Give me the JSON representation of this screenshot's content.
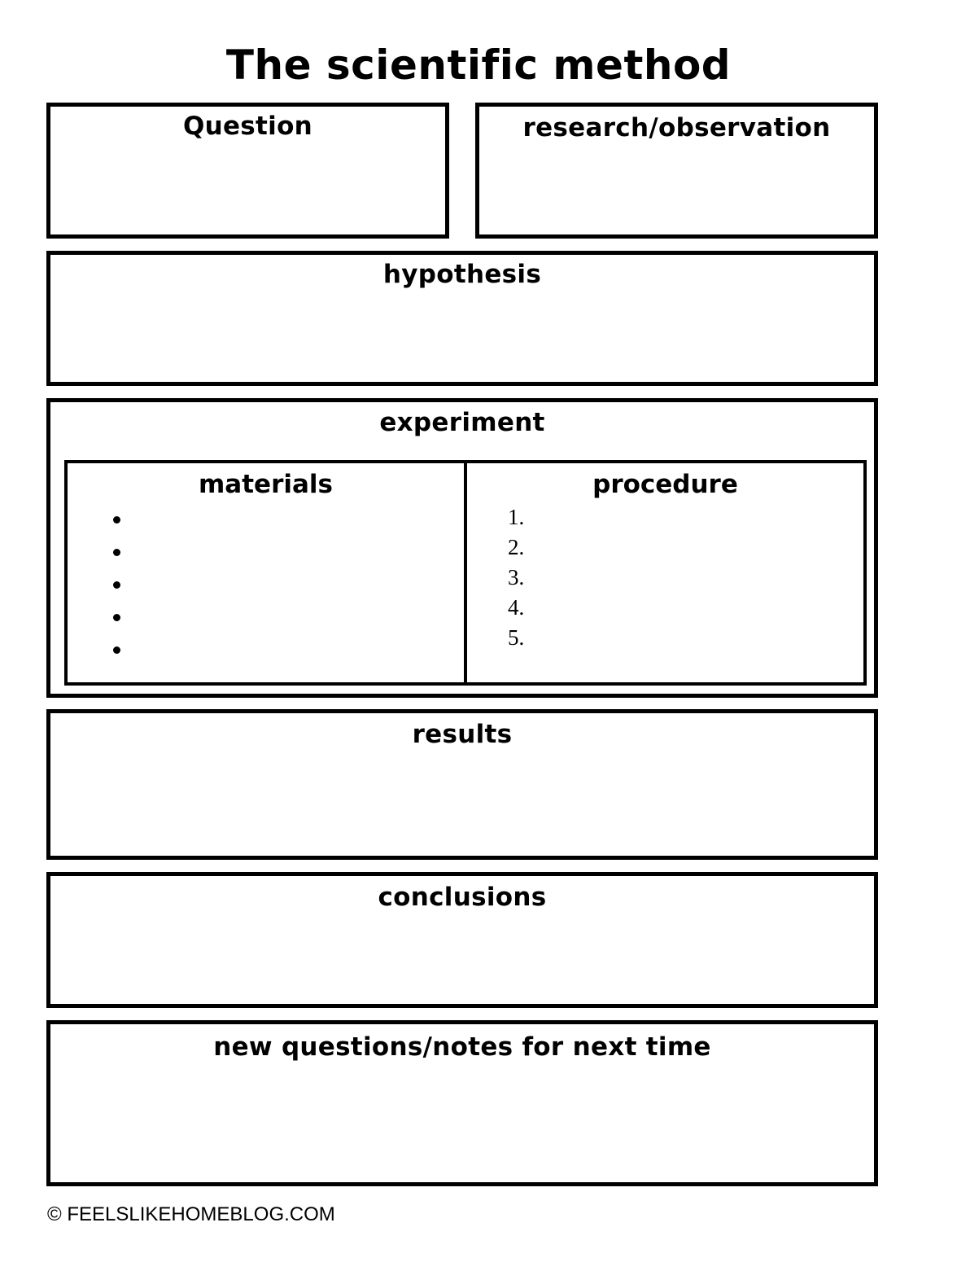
{
  "title": "The scientific method",
  "sections": {
    "question": "Question",
    "research": "research/observation",
    "hypothesis": "hypothesis",
    "experiment": "experiment",
    "results": "results",
    "conclusions": "conclusions",
    "notes": "new questions/notes for next time"
  },
  "experiment": {
    "materials_label": "materials",
    "procedure_label": "procedure",
    "procedure_steps": [
      "1.",
      "2.",
      "3.",
      "4.",
      "5."
    ]
  },
  "footer": "© FEELSLIKEHOMEBLOG.COM"
}
